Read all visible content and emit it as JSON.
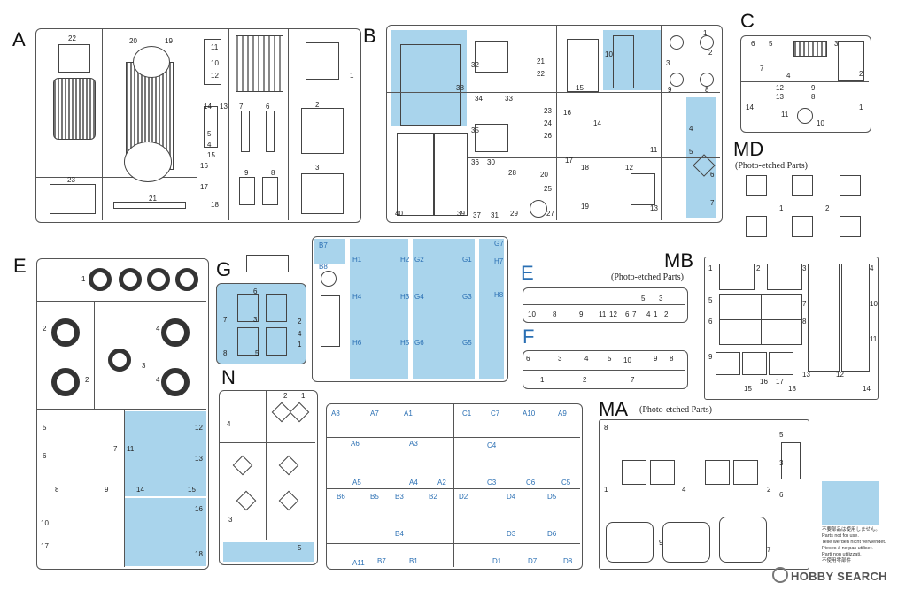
{
  "sheets": {
    "A": {
      "letter": "A",
      "numbers": [
        "22",
        "20",
        "19",
        "11",
        "10",
        "12",
        "1",
        "2",
        "3",
        "14",
        "13",
        "7",
        "6",
        "5",
        "4",
        "15",
        "16",
        "17",
        "18",
        "9",
        "8",
        "23",
        "21"
      ]
    },
    "B": {
      "letter": "B",
      "numbers": [
        "32",
        "21",
        "22",
        "10",
        "38",
        "34",
        "33",
        "35",
        "23",
        "24",
        "26",
        "25",
        "36",
        "30",
        "28",
        "20",
        "29",
        "27",
        "31",
        "40",
        "39",
        "37",
        "11",
        "12",
        "13",
        "14",
        "15",
        "16",
        "17",
        "18",
        "19",
        "4",
        "5",
        "6",
        "7",
        "3",
        "2",
        "1",
        "8",
        "9"
      ]
    },
    "C": {
      "letter": "C",
      "numbers": [
        "6",
        "5",
        "3",
        "7",
        "4",
        "12",
        "13",
        "9",
        "8",
        "14",
        "11",
        "10",
        "2",
        "1"
      ]
    },
    "MD": {
      "letter": "MD",
      "subtitle": "(Photo-etched Parts)",
      "numbers": [
        "1",
        "2"
      ]
    },
    "E": {
      "letter": "E",
      "numbers": [
        "1",
        "2",
        "3",
        "4",
        "2",
        "4",
        "5",
        "6",
        "7",
        "8",
        "9",
        "10",
        "11",
        "12",
        "13",
        "14",
        "15",
        "16",
        "17",
        "18"
      ]
    },
    "G": {
      "letter": "G",
      "numbers": [
        "6",
        "7",
        "3",
        "8",
        "5",
        "2",
        "4",
        "1"
      ]
    },
    "H": {
      "numbers": [
        "B7",
        "B8",
        "H1",
        "H2",
        "G2",
        "G1",
        "G7",
        "H7",
        "H4",
        "H3",
        "G4",
        "G3",
        "H8",
        "H6",
        "H5",
        "G6",
        "G5"
      ]
    },
    "E2": {
      "letter": "E",
      "numbers": [
        "10",
        "8",
        "9",
        "11",
        "12",
        "6",
        "5",
        "4",
        "3",
        "1",
        "2",
        "7"
      ]
    },
    "F": {
      "letter": "F",
      "numbers": [
        "6",
        "3",
        "4",
        "5",
        "10",
        "9",
        "8",
        "1",
        "2",
        "7"
      ]
    },
    "MB": {
      "letter": "MB",
      "subtitle": "(Photo-etched Parts)",
      "numbers": [
        "1",
        "2",
        "3",
        "4",
        "5",
        "6",
        "7",
        "8",
        "9",
        "10",
        "11",
        "12",
        "13",
        "14",
        "15",
        "16",
        "17",
        "18"
      ]
    },
    "N": {
      "letter": "N",
      "numbers": [
        "2",
        "1",
        "4",
        "3",
        "5"
      ]
    },
    "AB": {
      "numbers": [
        "A8",
        "A7",
        "A1",
        "C1",
        "C7",
        "A10",
        "A9",
        "A6",
        "A3",
        "C4",
        "A5",
        "A4",
        "A2",
        "C3",
        "C6",
        "C5",
        "B6",
        "B5",
        "B3",
        "B2",
        "D2",
        "D4",
        "D5",
        "B4",
        "D3",
        "D6",
        "A11",
        "B7",
        "B1",
        "D1",
        "D7",
        "D8"
      ]
    },
    "MA": {
      "letter": "MA",
      "subtitle": "(Photo-etched Parts)",
      "numbers": [
        "8",
        "1",
        "4",
        "2",
        "5",
        "3",
        "6",
        "7",
        "9"
      ]
    }
  },
  "not_for_use": {
    "lines": [
      "不要部品は使用しません。",
      "Parts not for use.",
      "Teile werden nicht verwendet.",
      "Pieces à ne pas utiliser.",
      "Parti non utilizzati.",
      "不使用零部件"
    ],
    "swatch_color": "#a9d4ec"
  },
  "watermark": "HOBBY SEARCH",
  "colors": {
    "highlight": "#a9d4ec",
    "accent_letter": "#2a6fb3"
  }
}
